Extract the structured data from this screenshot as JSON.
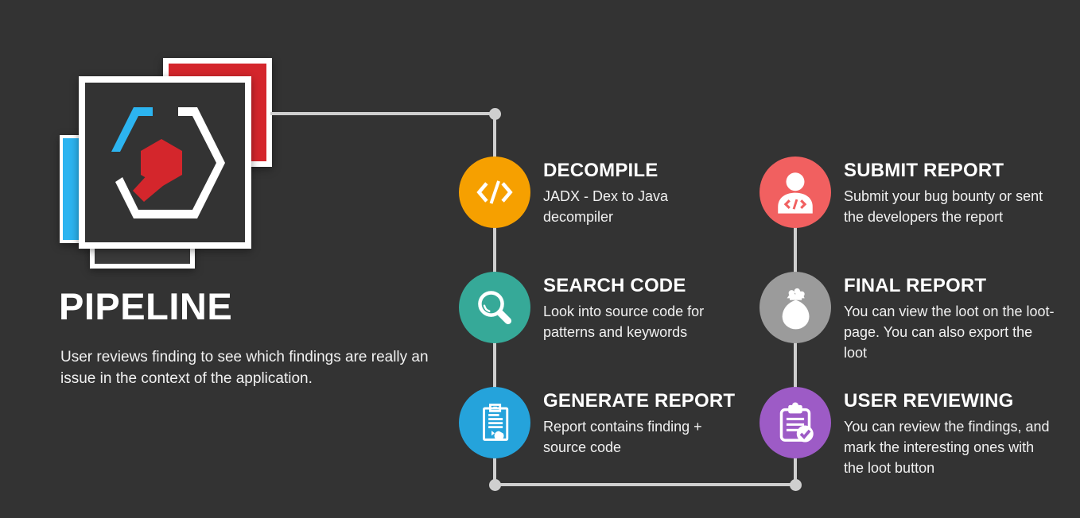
{
  "title": "PIPELINE",
  "subtitle": "User reviews finding to see which findings are really an issue in the context of the application.",
  "logo": {
    "name": "hexagon-code-logo",
    "colors": {
      "cyan": "#2cb4f0",
      "red": "#d4262c",
      "white": "#ffffff",
      "dark": "#333333"
    }
  },
  "connector_color": "#cfcfcf",
  "steps": [
    {
      "title": "DECOMPILE",
      "description": "JADX - Dex to Java decompiler",
      "color": "#f6a000",
      "icon": "code-icon"
    },
    {
      "title": "SEARCH CODE",
      "description": "Look into source code for patterns and keywords",
      "color": "#36a998",
      "icon": "search-icon"
    },
    {
      "title": "GENERATE REPORT",
      "description": "Report contains finding + source code",
      "color": "#25a3db",
      "icon": "report-clipboard-icon"
    },
    {
      "title": "SUBMIT REPORT",
      "description": "Submit your bug bounty or sent the developers the report",
      "color": "#f16060",
      "icon": "developer-person-icon"
    },
    {
      "title": "FINAL REPORT",
      "description": "You can view the loot on the loot-page. You can also export the loot",
      "color": "#9b9b9b",
      "icon": "loot-bag-icon"
    },
    {
      "title": "USER REVIEWING",
      "description": "You can review the findings, and mark the interesting ones with the loot button",
      "color": "#9d5bc6",
      "icon": "review-check-clipboard-icon"
    }
  ]
}
